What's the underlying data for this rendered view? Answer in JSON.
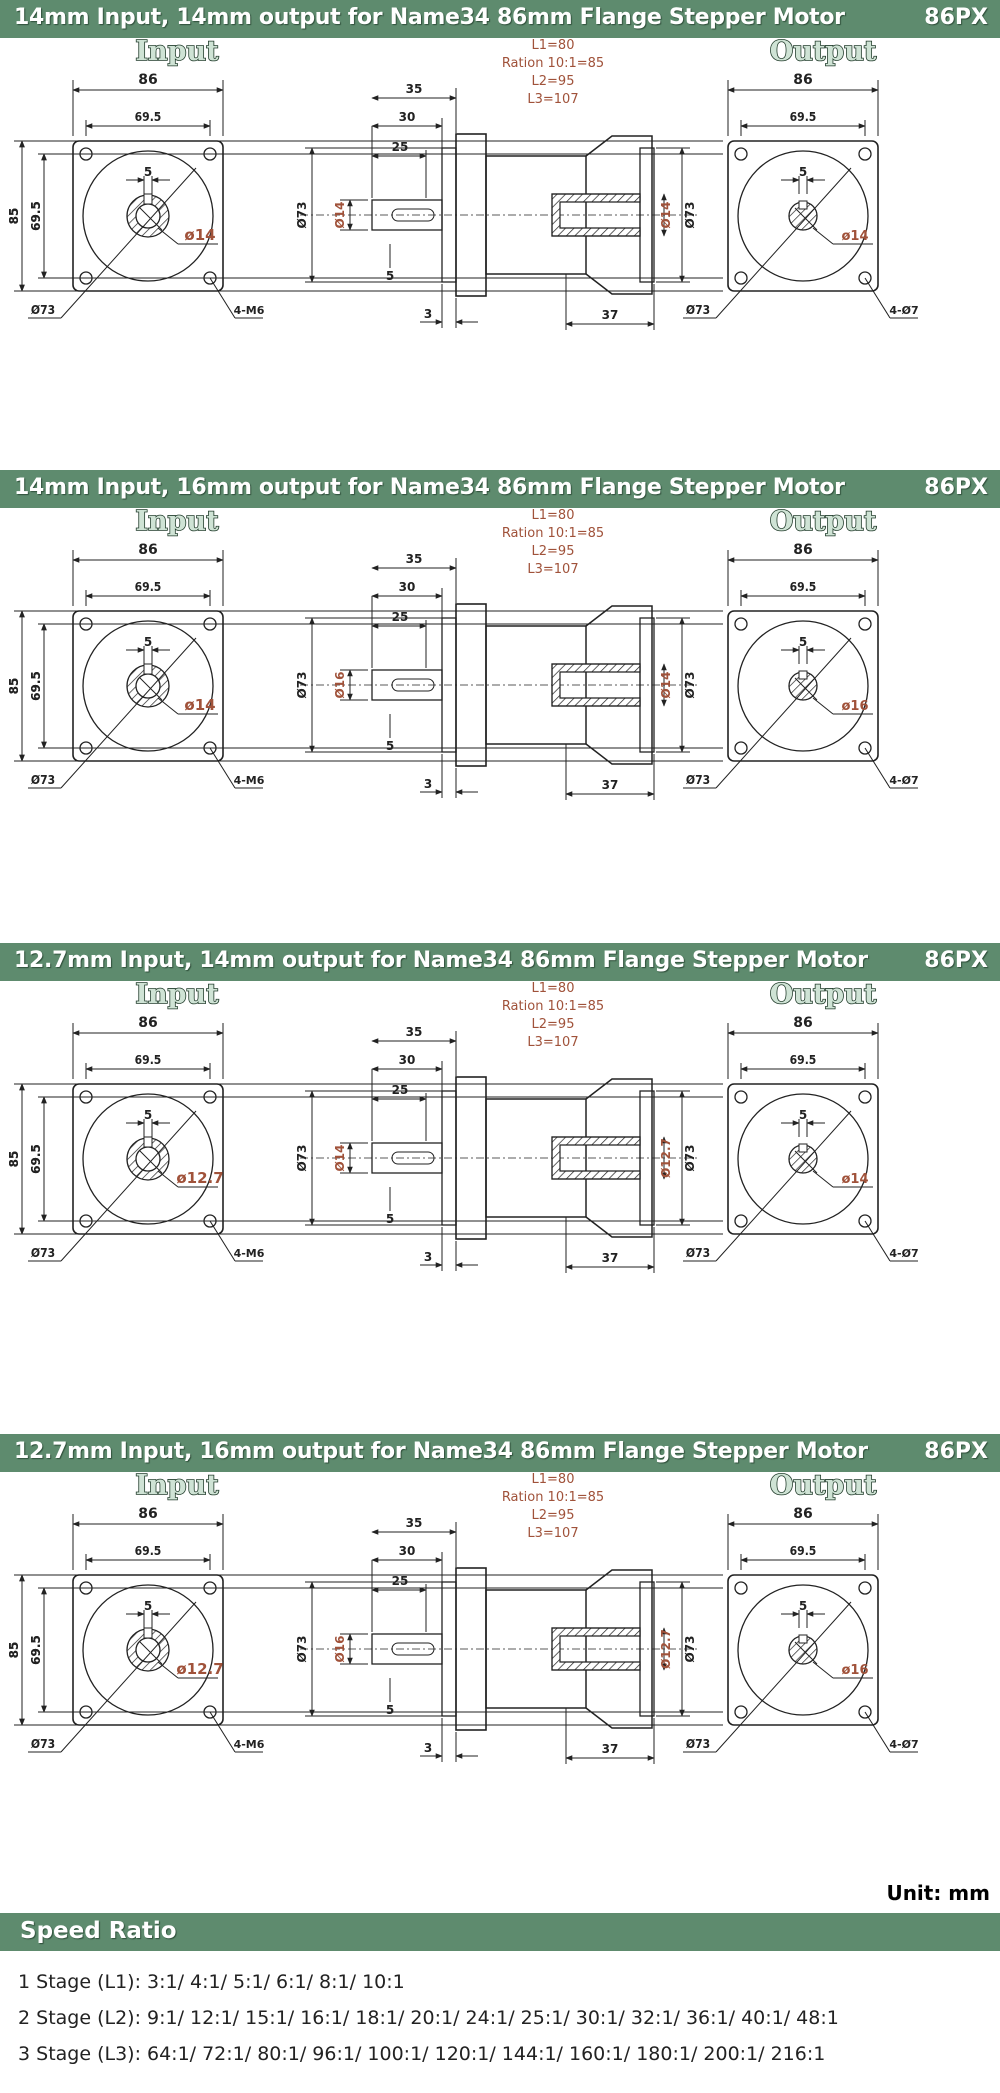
{
  "sections": [
    {
      "title": "14mm Input, 14mm output for Name34 86mm Flange Stepper Motor",
      "model": "86PX",
      "in_dia": "ø14",
      "in_shaft": "Ø14",
      "out_bore": "Ø14",
      "out_dia": "ø14"
    },
    {
      "title": "14mm Input, 16mm output for Name34 86mm Flange Stepper Motor",
      "model": "86PX",
      "in_dia": "ø14",
      "in_shaft": "Ø16",
      "out_bore": "Ø14",
      "out_dia": "ø16"
    },
    {
      "title": "12.7mm Input, 14mm output for Name34 86mm Flange Stepper Motor",
      "model": "86PX",
      "in_dia": "ø12.7",
      "in_shaft": "Ø14",
      "out_bore": "Ø12.7",
      "out_dia": "ø14"
    },
    {
      "title": "12.7mm Input, 16mm output for Name34 86mm Flange Stepper Motor",
      "model": "86PX",
      "in_dia": "ø12.7",
      "in_shaft": "Ø16",
      "out_bore": "Ø12.7",
      "out_dia": "ø16"
    }
  ],
  "labels": {
    "input": "Input",
    "output": "Output",
    "l1": "L1=80",
    "ration": "Ration 10:1=85",
    "l2": "L2=95",
    "l3": "L3=107",
    "d86": "86",
    "d69_5": "69.5",
    "d85": "85",
    "d5": "5",
    "d73": "Ø73",
    "m6": "4-M6",
    "d7": "4-Ø7",
    "d35": "35",
    "d30": "30",
    "d25": "25",
    "d3": "3",
    "d37": "37"
  },
  "unit": "Unit: mm",
  "speed_ratio": {
    "title": "Speed Ratio",
    "stages": [
      {
        "label": "1 Stage (L1):",
        "ratios": "3:1/ 4:1/ 5:1/ 6:1/ 8:1/ 10:1"
      },
      {
        "label": "2 Stage (L2):",
        "ratios": "9:1/ 12:1/ 15:1/ 16:1/ 18:1/ 20:1/ 24:1/ 25:1/ 30:1/ 32:1/ 36:1/ 40:1/ 48:1"
      },
      {
        "label": "3 Stage (L3):",
        "ratios": "64:1/ 72:1/ 80:1/ 96:1/ 100:1/ 120:1/ 144:1/ 160:1/ 180:1/ 200:1/ 216:1"
      }
    ]
  },
  "colors": {
    "band": "#5e8b6e",
    "accent": "#a0523a",
    "line": "#222222"
  }
}
